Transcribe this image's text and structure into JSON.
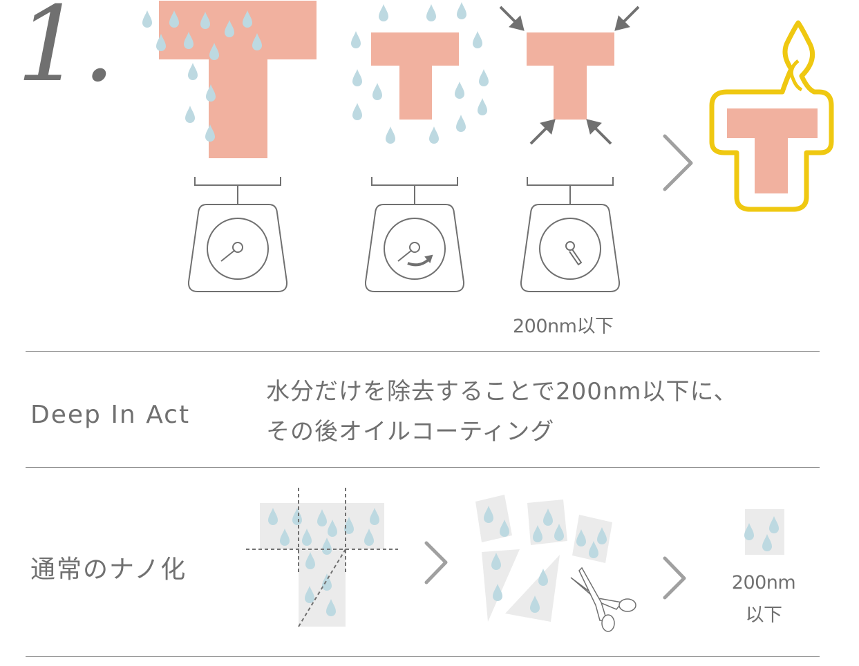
{
  "step_number": "1.",
  "top_diagram": {
    "size_caption": "200nm以下"
  },
  "rows": [
    {
      "label": "Deep In Act",
      "description_lines": [
        "水分だけを除去することで200nm以下に、",
        "その後オイルコーティング"
      ]
    },
    {
      "label": "通常のナノ化",
      "result_lines": [
        "200nm",
        "以下"
      ]
    }
  ],
  "colors": {
    "material": "#f1b19f",
    "water": "#bdd9e1",
    "line": "#707070",
    "oil": "#efc811",
    "cut_piece": "#ebebeb"
  }
}
